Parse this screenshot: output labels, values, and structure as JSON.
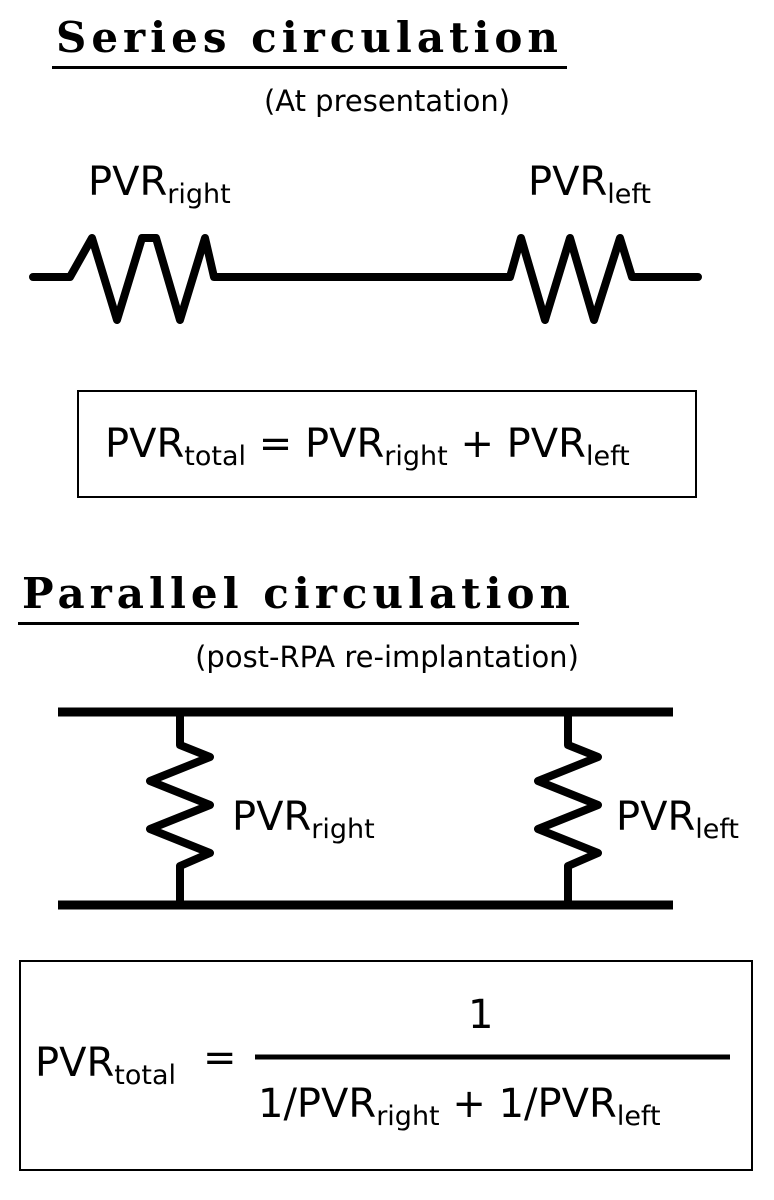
{
  "series": {
    "title": "Series circulation",
    "subtitle": "(At presentation)",
    "right_label": {
      "main": "PVR",
      "sub": "right"
    },
    "left_label": {
      "main": "PVR",
      "sub": "left"
    },
    "formula": {
      "lhs_main": "PVR",
      "lhs_sub": "total",
      "eq": "=",
      "t1_main": "PVR",
      "t1_sub": "right",
      "plus": "+",
      "t2_main": "PVR",
      "t2_sub": "left"
    }
  },
  "parallel": {
    "title": "Parallel circulation",
    "subtitle": "(post-RPA re-implantation)",
    "right_label": {
      "main": "PVR",
      "sub": "right"
    },
    "left_label": {
      "main": "PVR",
      "sub": "left"
    },
    "formula": {
      "lhs_main": "PVR",
      "lhs_sub": "total",
      "eq": "=",
      "numerator": "1",
      "d1_main": "1/PVR",
      "d1_sub": "right",
      "plus": "+",
      "d2_main": "1/PVR",
      "d2_sub": "left"
    }
  }
}
